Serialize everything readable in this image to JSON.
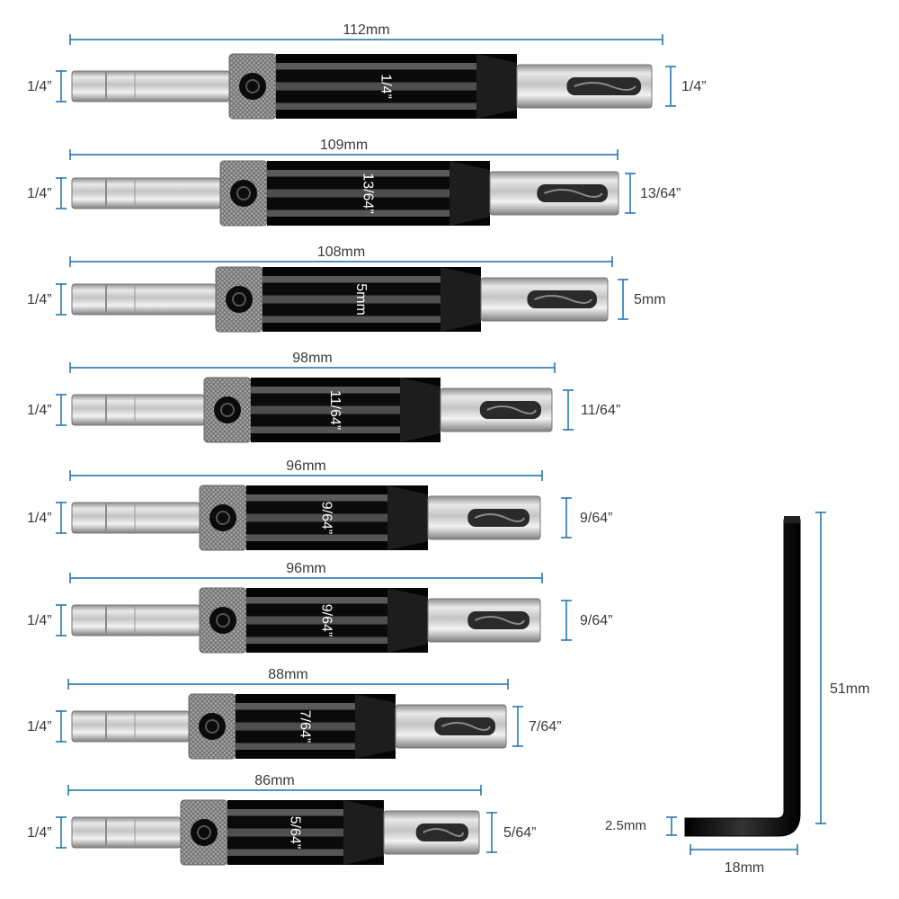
{
  "colors": {
    "dimension_line": "#1a6fa8",
    "body": "#111111",
    "metal": "#b9b9b9",
    "label": "#3a3a3a"
  },
  "bits": [
    {
      "length_label": "112mm",
      "shank_label": "1/4”",
      "body_label": "1/4”",
      "tip_label": "1/4”"
    },
    {
      "length_label": "109mm",
      "shank_label": "1/4”",
      "body_label": "13/64”",
      "tip_label": "13/64”"
    },
    {
      "length_label": "108mm",
      "shank_label": "1/4”",
      "body_label": "5mm",
      "tip_label": "5mm"
    },
    {
      "length_label": "98mm",
      "shank_label": "1/4”",
      "body_label": "11/64”",
      "tip_label": "11/64”"
    },
    {
      "length_label": "96mm",
      "shank_label": "1/4”",
      "body_label": "9/64”",
      "tip_label": "9/64”"
    },
    {
      "length_label": "96mm",
      "shank_label": "1/4”",
      "body_label": "9/64”",
      "tip_label": "9/64”"
    },
    {
      "length_label": "88mm",
      "shank_label": "1/4”",
      "body_label": "7/64”",
      "tip_label": "7/64”"
    },
    {
      "length_label": "86mm",
      "shank_label": "1/4”",
      "body_label": "5/64”",
      "tip_label": "5/64”"
    }
  ],
  "hex_key": {
    "height_label": "51mm",
    "width_label": "18mm",
    "thickness_label": "2.5mm"
  }
}
